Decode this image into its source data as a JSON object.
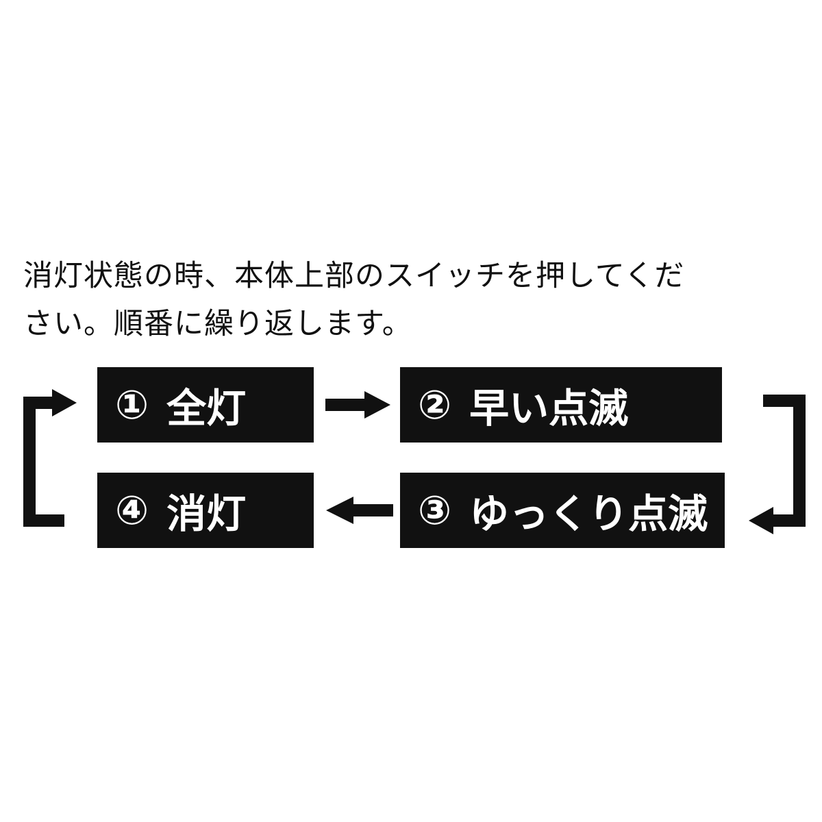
{
  "instruction": {
    "line1": "消灯状態の時、本体上部のスイッチを押してくだ",
    "line2": "さい。順番に繰り返します。"
  },
  "steps": [
    {
      "number": "①",
      "label": "全灯"
    },
    {
      "number": "②",
      "label": "早い点滅"
    },
    {
      "number": "③",
      "label": "ゆっくり点滅"
    },
    {
      "number": "④",
      "label": "消灯"
    }
  ],
  "colors": {
    "box": "#111111",
    "text_on_box": "#ffffff",
    "arrow": "#111111"
  }
}
